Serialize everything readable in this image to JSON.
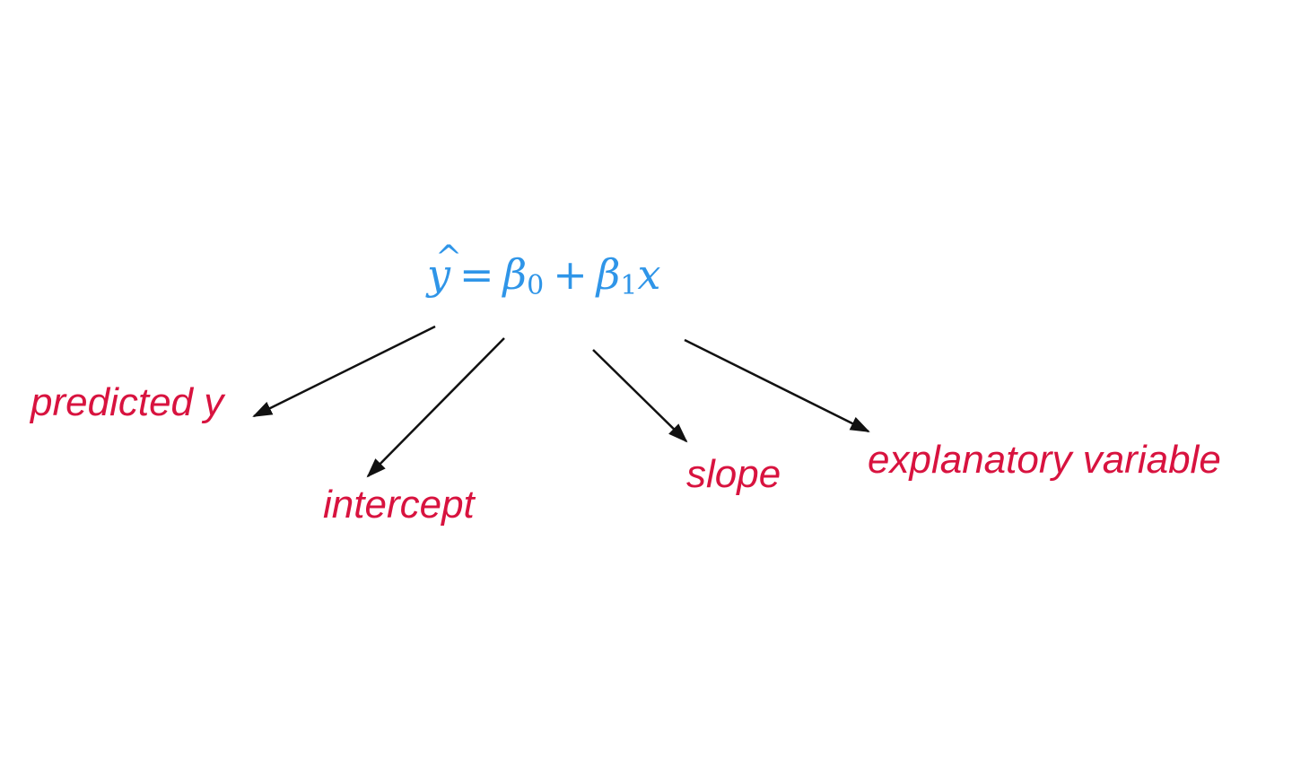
{
  "colors": {
    "equation": "#2f95e8",
    "label": "#d8133f",
    "arrow": "#111111",
    "background": "#ffffff"
  },
  "equation": {
    "yhat_var": "y",
    "hat_mark": "^",
    "equals": "=",
    "beta0_var": "β",
    "beta0_sub": "0",
    "plus": "+",
    "beta1_var": "β",
    "beta1_sub": "1",
    "x_var": "x"
  },
  "labels": {
    "predicted_y": "predicted y",
    "intercept": "intercept",
    "slope": "slope",
    "explanatory_variable": "explanatory variable"
  }
}
